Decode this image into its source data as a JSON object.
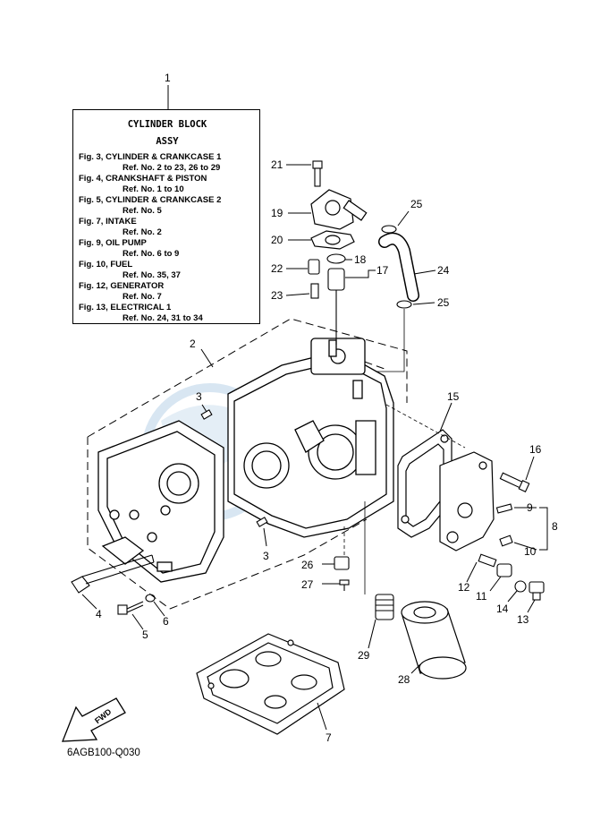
{
  "infobox": {
    "title": "CYLINDER BLOCK",
    "subtitle": "ASSY",
    "lines": [
      "Fig. 3, CYLINDER & CRANKCASE 1",
      "Ref. No. 2 to 23, 26 to 29",
      "Fig. 4, CRANKSHAFT & PISTON",
      "Ref. No. 1 to 10",
      "Fig. 5, CYLINDER & CRANKCASE 2",
      "Ref. No. 5",
      "Fig. 7, INTAKE",
      "Ref. No. 2",
      "Fig. 9, OIL PUMP",
      "Ref. No. 6 to 9",
      "Fig. 10, FUEL",
      "Ref. No. 35, 37",
      "Fig. 12, GENERATOR",
      "Ref. No. 7",
      "Fig. 13, ELECTRICAL 1",
      "Ref. No. 24, 31 to 34"
    ]
  },
  "callouts": [
    "1",
    "2",
    "3",
    "3",
    "4",
    "5",
    "6",
    "7",
    "8",
    "9",
    "10",
    "11",
    "12",
    "13",
    "14",
    "15",
    "16",
    "17",
    "18",
    "19",
    "20",
    "21",
    "22",
    "23",
    "24",
    "25",
    "25",
    "26",
    "27",
    "28",
    "29"
  ],
  "fwd_label": "FWD",
  "diagram_code": "6AGB100-Q030",
  "colors": {
    "line": "#000000",
    "watermark": "#b9d3e8"
  }
}
